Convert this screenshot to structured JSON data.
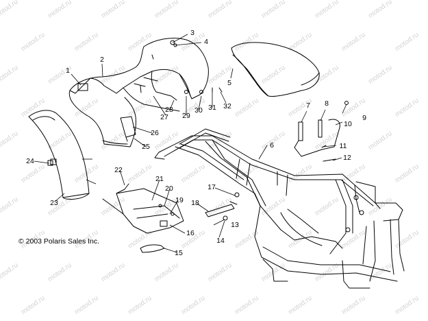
{
  "diagram": {
    "copyright": "© 2003 Polaris Sales Inc.",
    "watermark": "motod.ru",
    "callouts": [
      "1",
      "2",
      "3",
      "4",
      "5",
      "6",
      "7",
      "8",
      "9",
      "10",
      "11",
      "12",
      "13",
      "14",
      "15",
      "16",
      "17",
      "18",
      "19",
      "20",
      "21",
      "22",
      "23",
      "24",
      "25",
      "26",
      "27",
      "28",
      "29",
      "30",
      "31",
      "32"
    ]
  }
}
